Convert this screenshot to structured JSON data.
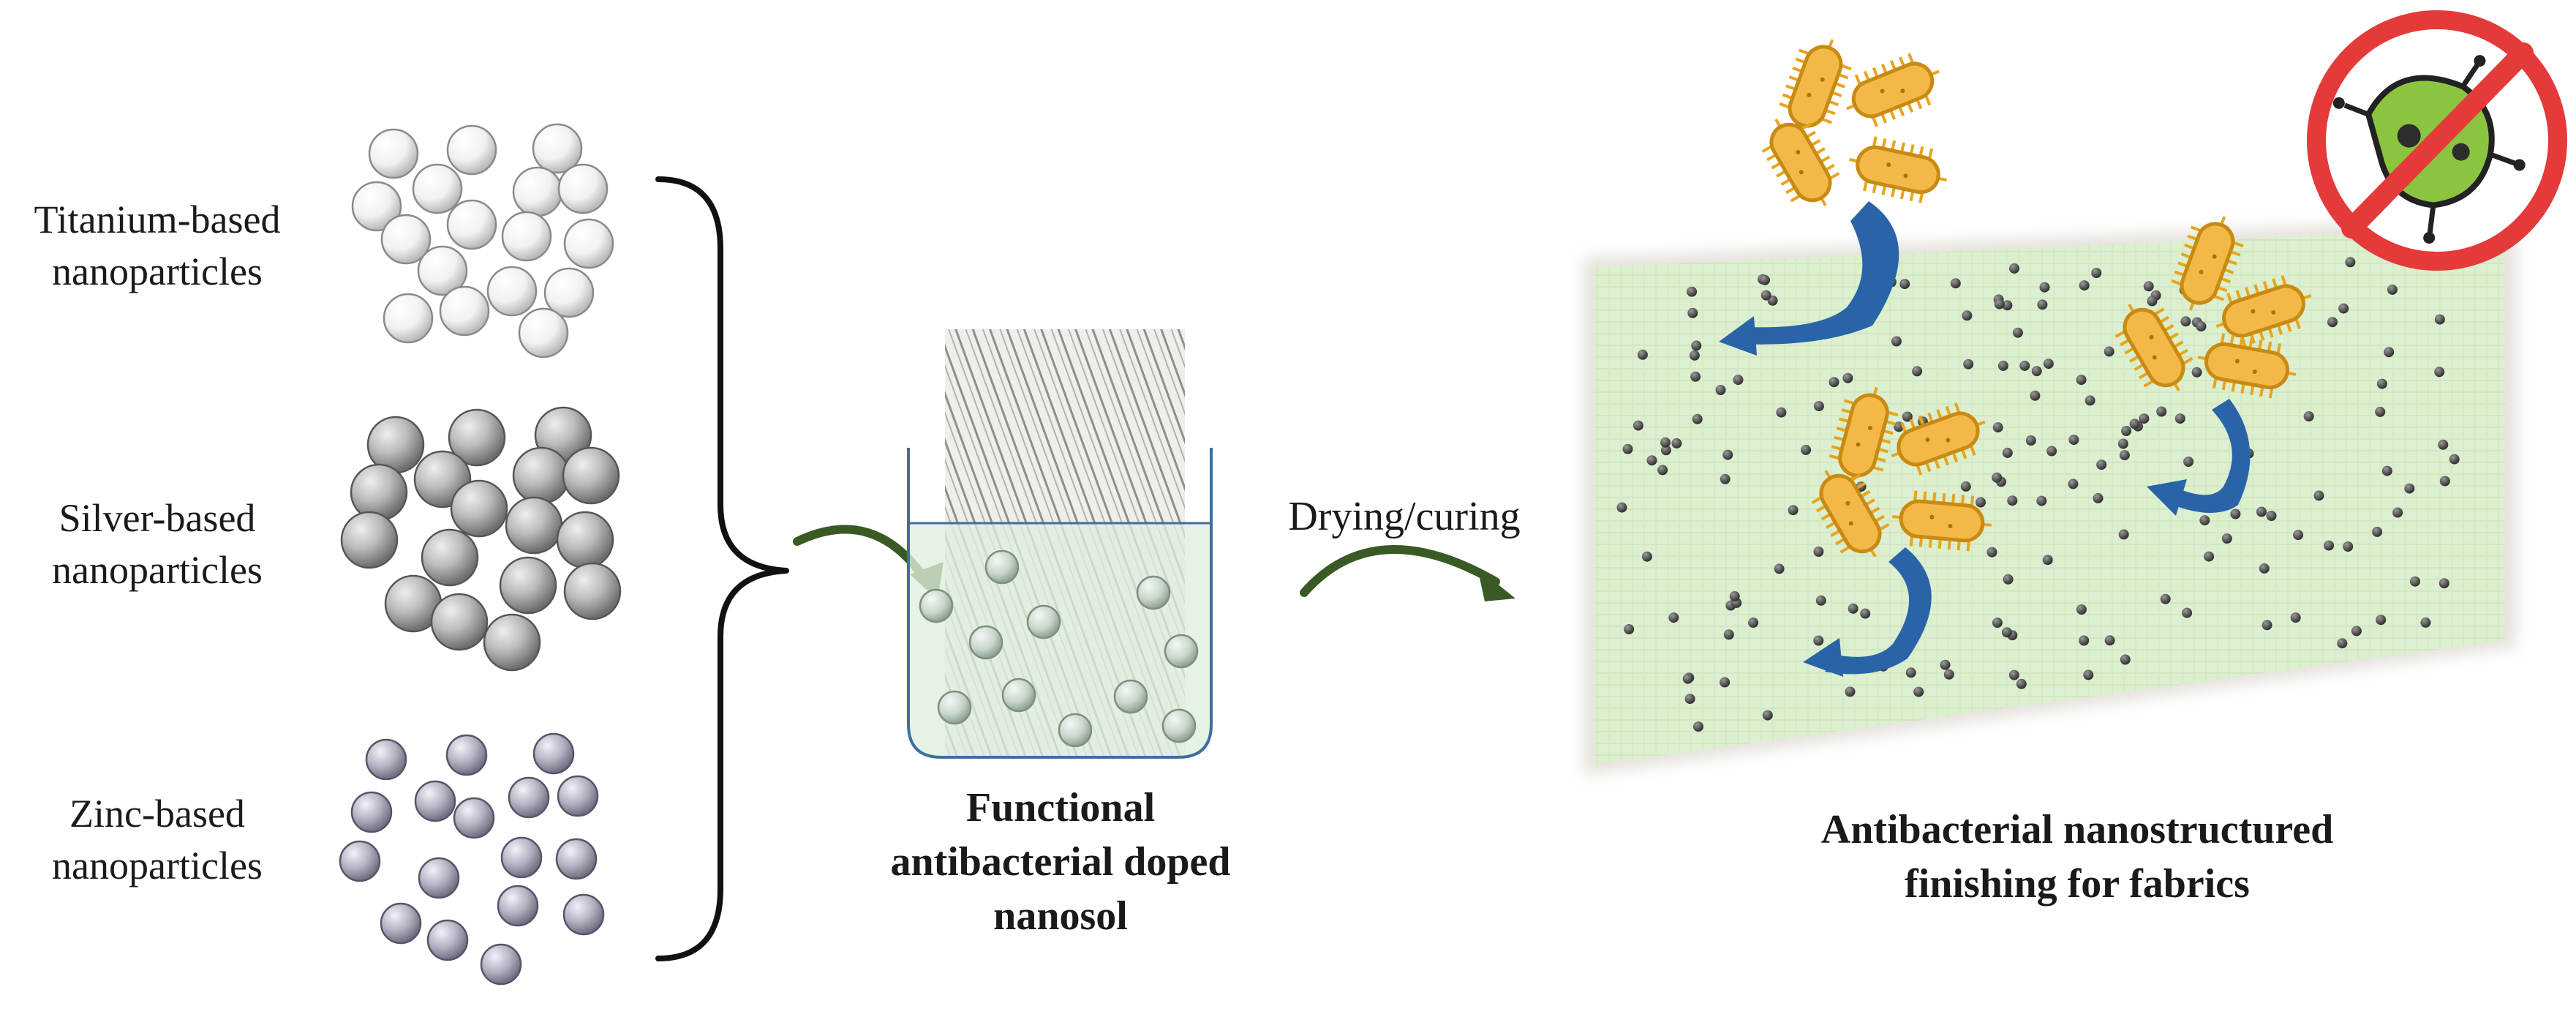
{
  "nanoparticles": {
    "titanium": {
      "line1": "Titanium-based",
      "line2": "nanoparticles"
    },
    "silver": {
      "line1": "Silver-based",
      "line2": "nanoparticles"
    },
    "zinc": {
      "line1": "Zinc-based",
      "line2": "nanoparticles"
    }
  },
  "nanosol": {
    "line1": "Functional",
    "line2": "antibacterial doped",
    "line3": "nanosol"
  },
  "process": {
    "step": "Drying/curing"
  },
  "result": {
    "line1": "Antibacterial nanostructured",
    "line2": "finishing for fabrics"
  },
  "colors": {
    "arrow_green": "#3a5a25",
    "bacteria_body": "#f2b949",
    "bacteria_outline": "#c98a12",
    "blue_arrow": "#2a64a8",
    "fabric_green": "#d9efcd",
    "nanosol_liquid": "#dff0dc",
    "no_sign_red": "#e53a3a",
    "germ_green": "#8bc53f"
  },
  "icons": [
    "titanium-particle-icon",
    "silver-particle-icon",
    "zinc-particle-icon",
    "beaker-icon",
    "fabric-swatch-icon",
    "bacteria-icon",
    "no-bacteria-icon",
    "curved-arrow-icon"
  ]
}
